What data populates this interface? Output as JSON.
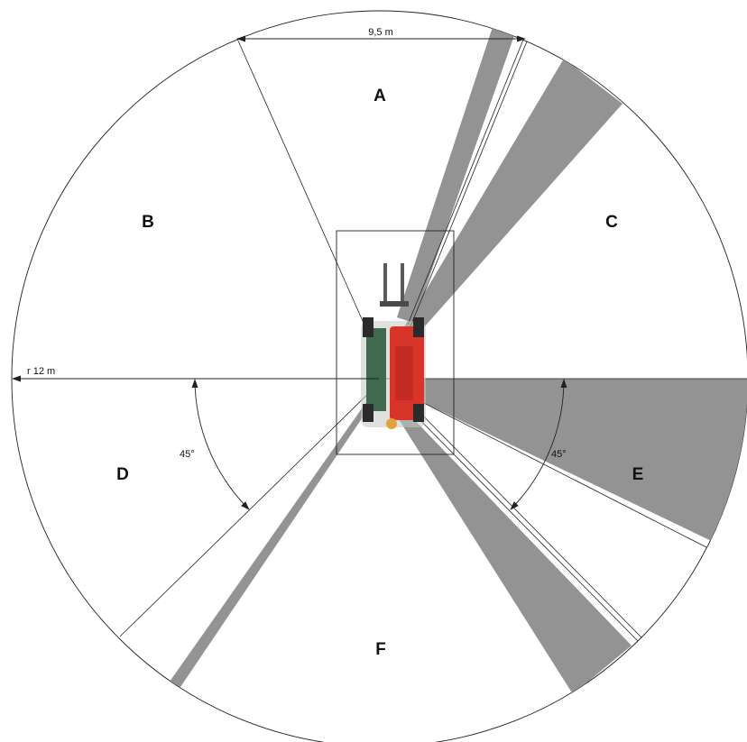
{
  "colors": {
    "shadow": "#939393",
    "line": "#222222",
    "machine_red": "#d8352a",
    "machine_green": "#3f6a50"
  },
  "dimensions": {
    "width_label": "9,5 m",
    "radius_label": "r 12 m",
    "angle_left_label": "45°",
    "angle_right_label": "45°"
  },
  "zones": {
    "A": "A",
    "B": "B",
    "C": "C",
    "D": "D",
    "E": "E",
    "F": "F"
  }
}
